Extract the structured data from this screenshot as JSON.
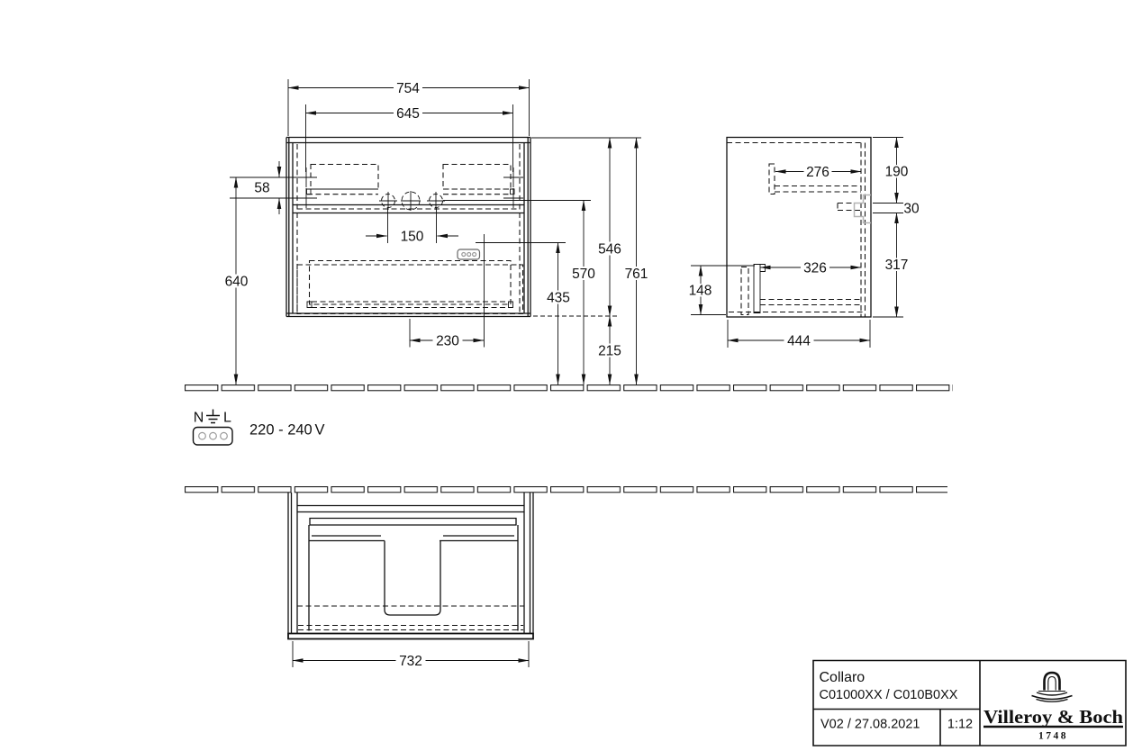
{
  "colors": {
    "line": "#111111",
    "muted_gray": "#b3b3b3",
    "unit_gray": "#8c8c8c"
  },
  "views": {
    "front": {
      "dims": {
        "overall_width": "754",
        "fixing_width": "645",
        "fixing_offset": "58",
        "tap_hole_spacing": "150",
        "fixing_height": "640",
        "socket_offset": "230",
        "socket_height": "435",
        "tap_hole_height": "570",
        "cabinet_height": "546",
        "clearance_height": "215",
        "overall_height": "761"
      }
    },
    "side": {
      "dims": {
        "upper_rail_depth": "276",
        "top_offset": "190",
        "pipe_gap": "30",
        "lower_offset": "317",
        "lower_rail_depth": "326",
        "rail_height": "148",
        "overall_depth": "444"
      }
    },
    "bottom": {
      "dims": {
        "body_width": "732"
      }
    }
  },
  "electrical": {
    "terminal_left": "N",
    "terminal_right": "L",
    "voltage": "220 - 240",
    "voltage_unit": "V"
  },
  "title_block": {
    "product_name": "Collaro",
    "product_codes": "C01000XX / C010B0XX",
    "version_date": "V02 / 27.08.2021",
    "scale": "1:12",
    "brand": "Villeroy & Boch",
    "brand_year": "1748"
  }
}
